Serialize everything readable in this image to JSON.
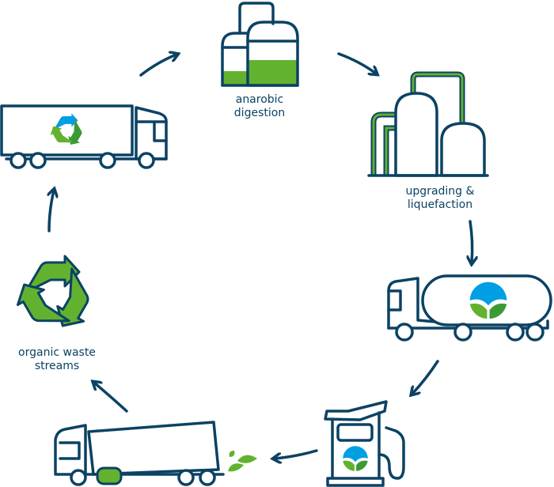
{
  "steps": {
    "digestion": {
      "line1": "anarobic",
      "line2": "digestion"
    },
    "upgrading": {
      "line1": "upgrading &",
      "line2": "liquefaction"
    },
    "waste": {
      "line1": "organic waste",
      "line2": "streams"
    }
  },
  "colors": {
    "navy": "#0b4264",
    "green": "#62b22f",
    "dark_green": "#3a9b35",
    "blue": "#009fe3"
  },
  "icons": [
    "recycle-truck",
    "digester-tanks",
    "upgrading-plant",
    "lng-tanker-truck",
    "fuel-pump",
    "biofuel-truck",
    "recycle-symbol",
    "biogas-logo"
  ]
}
